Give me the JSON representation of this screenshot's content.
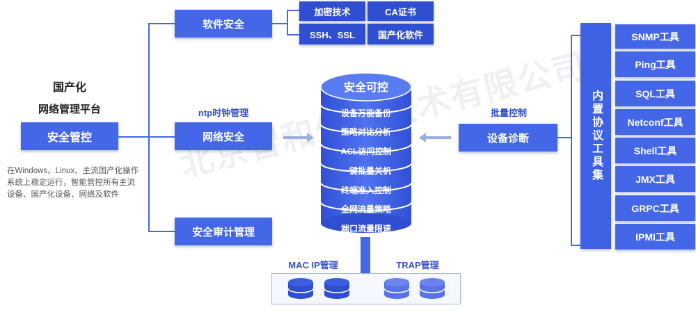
{
  "left": {
    "title1": "国产化",
    "title2": "网络管理平台",
    "main_box": "安全管控",
    "description": "在Windows、Linux、主流国产化操作系统上稳定运行，智能管控所有主流设备、国产化设备、网络及软件"
  },
  "branches": {
    "software_security": "软件安全",
    "ntp_label": "ntp时钟管理",
    "network_security": "网络安全",
    "audit": "安全审计管理"
  },
  "software_items": [
    "加密技术",
    "CA证书",
    "SSH、SSL",
    "国产化软件"
  ],
  "center": {
    "title": "安全可控",
    "items": [
      "设备万能备份",
      "策略对比分析",
      "ACL访问控制",
      "一键批量关机",
      "终端准入控制",
      "全网流量策略",
      "端口流量限速"
    ]
  },
  "bottom": {
    "mac_ip": "MAC IP管理",
    "trap": "TRAP管理"
  },
  "right": {
    "batch_label": "批量控制",
    "diagnose": "设备诊断",
    "toolset": "内置协议工具集",
    "tools": [
      "SNMP工具",
      "Ping工具",
      "SQL工具",
      "Netconf工具",
      "Shell工具",
      "JMX工具",
      "GRPC工具",
      "IPMI工具"
    ]
  },
  "watermark": "北京智和信通技术有限公司",
  "colors": {
    "primary": "#4467e8",
    "dark_blue": "#2f4fd0",
    "label_blue": "#3552c8"
  }
}
